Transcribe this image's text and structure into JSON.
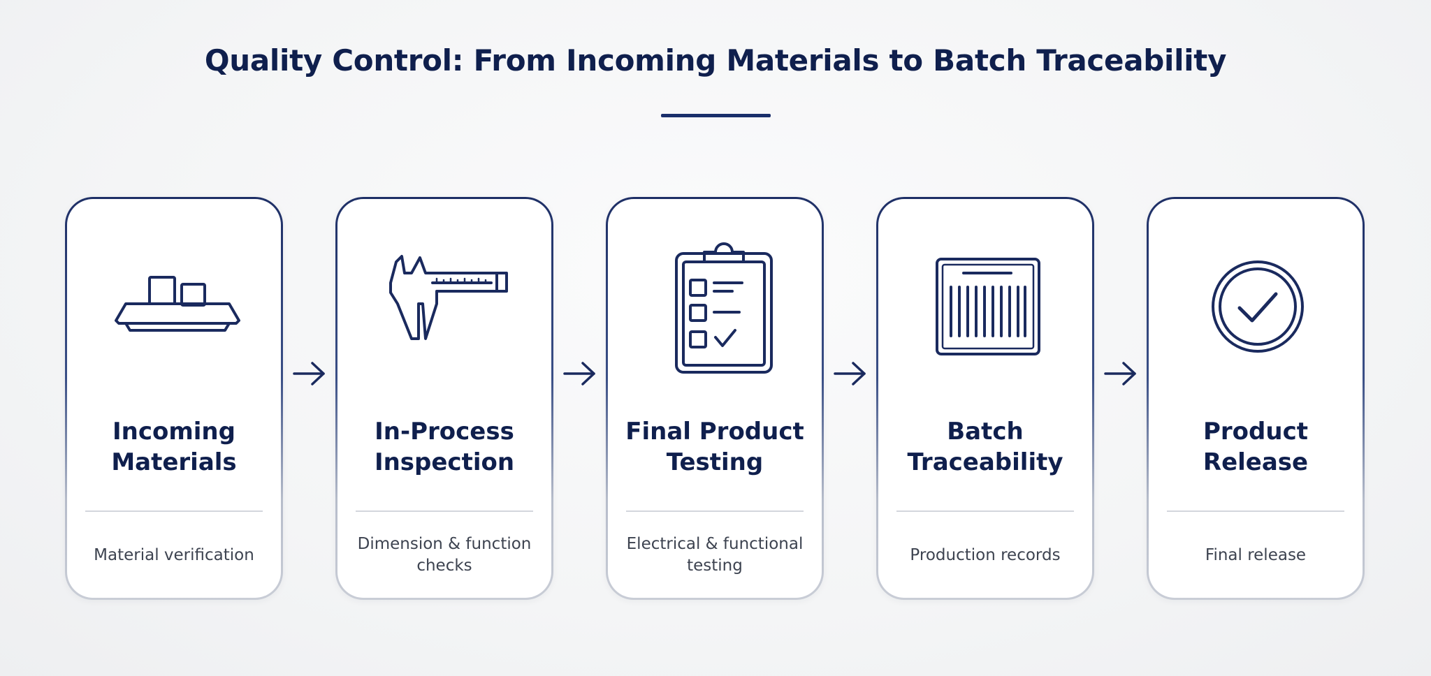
{
  "title": "Quality Control: From Incoming Materials to Batch Traceability",
  "colors": {
    "primary": "#1a2a5e",
    "text": "#0f1f4d",
    "muted_text": "#3d4350",
    "divider": "#d3d6dd",
    "background": "#f4f5f6"
  },
  "steps": [
    {
      "icon": "material-tray-icon",
      "title": "Incoming\nMaterials",
      "description": "Material verification"
    },
    {
      "icon": "caliper-icon",
      "title": "In-Process\nInspection",
      "description": "Dimension & function\nchecks"
    },
    {
      "icon": "clipboard-checklist-icon",
      "title": "Final Product\nTesting",
      "description": "Electrical & functional\ntesting"
    },
    {
      "icon": "barcode-icon",
      "title": "Batch\nTraceability",
      "description": "Production records"
    },
    {
      "icon": "check-circle-icon",
      "title": "Product\nRelease",
      "description": "Final release"
    }
  ],
  "connector_icon": "arrow-right-icon"
}
